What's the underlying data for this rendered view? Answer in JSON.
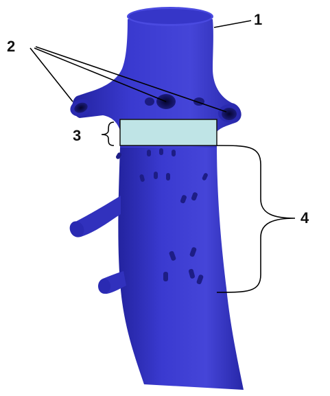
{
  "diagram": {
    "labels": {
      "trunk": "1",
      "branch_openings": "2",
      "band_segment": "3",
      "lower_segment": "4"
    },
    "colors": {
      "vessel": "#3a3ad0",
      "vessel_dark": "#1f1f9a",
      "vessel_light": "#5a5ae6",
      "opening": "#0a0a55",
      "band_fill": "#bfe4e6",
      "band_stroke": "#111111",
      "leader_lines": "#000000"
    }
  }
}
